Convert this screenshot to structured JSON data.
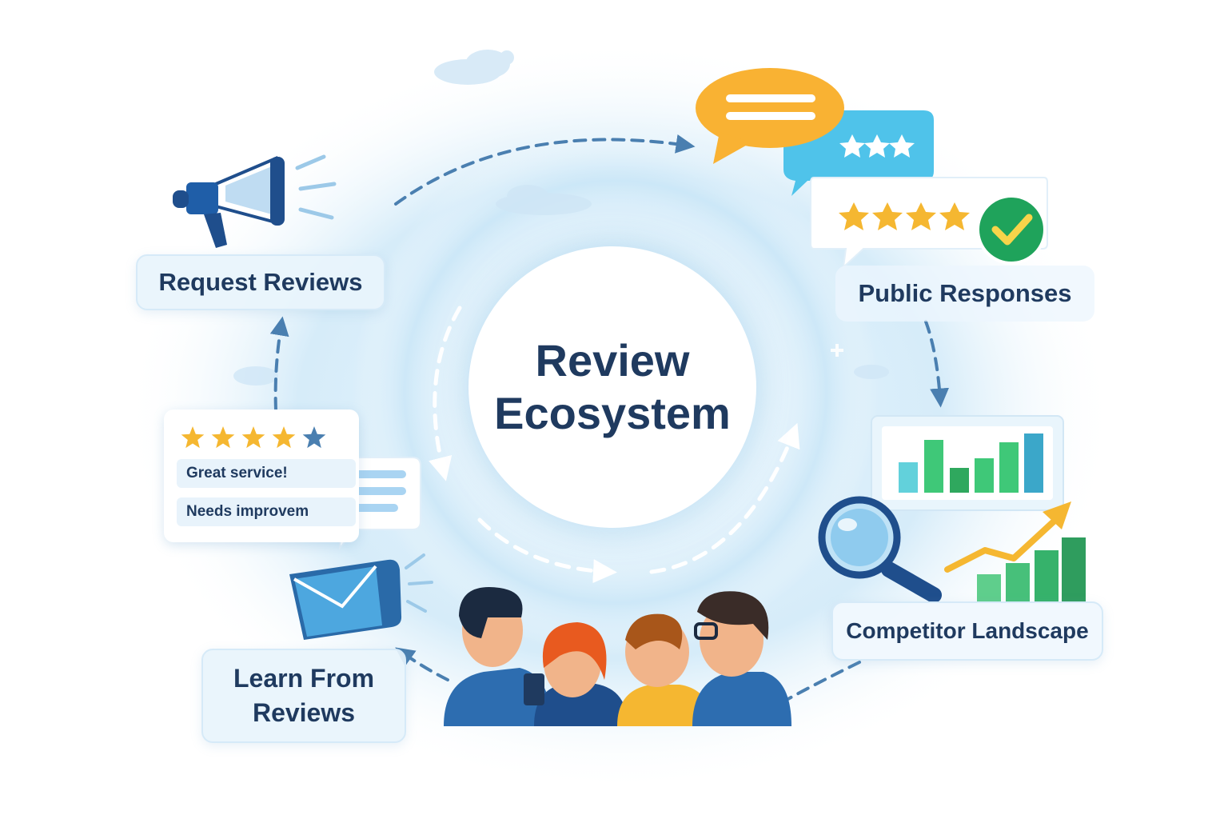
{
  "center": {
    "line1": "Review",
    "line2": "Ecosystem"
  },
  "stages": {
    "request_reviews": "Request Reviews",
    "public_responses": "Public Responses",
    "competitor_landscape": "Competitor Landscape",
    "learn_from_reviews_line1": "Learn From",
    "learn_from_reviews_line2": "Reviews"
  },
  "review_card": {
    "rating": 4,
    "max_rating": 5,
    "comments": [
      "Great service!",
      "Needs improvem"
    ]
  },
  "rating_card": {
    "rating": 4,
    "max_rating": 5,
    "verified": true
  },
  "small_badge": {
    "stars": 3
  },
  "icons": [
    "megaphone-icon",
    "speech-bubble-icon",
    "star-icon",
    "checkmark-icon",
    "bar-chart-icon",
    "magnifier-icon",
    "trend-arrow-icon",
    "envelope-icon",
    "people-group-icon"
  ],
  "colors": {
    "navy": "#1f3a5f",
    "accent_blue": "#2a6aa8",
    "light_blue": "#d9eefa",
    "star_gold": "#f5b731",
    "speech_orange": "#f9b233",
    "badge_cyan": "#4fc3ea",
    "check_green": "#1fa35b",
    "bar_green": "#3fc878",
    "bar_teal": "#62d1db"
  }
}
